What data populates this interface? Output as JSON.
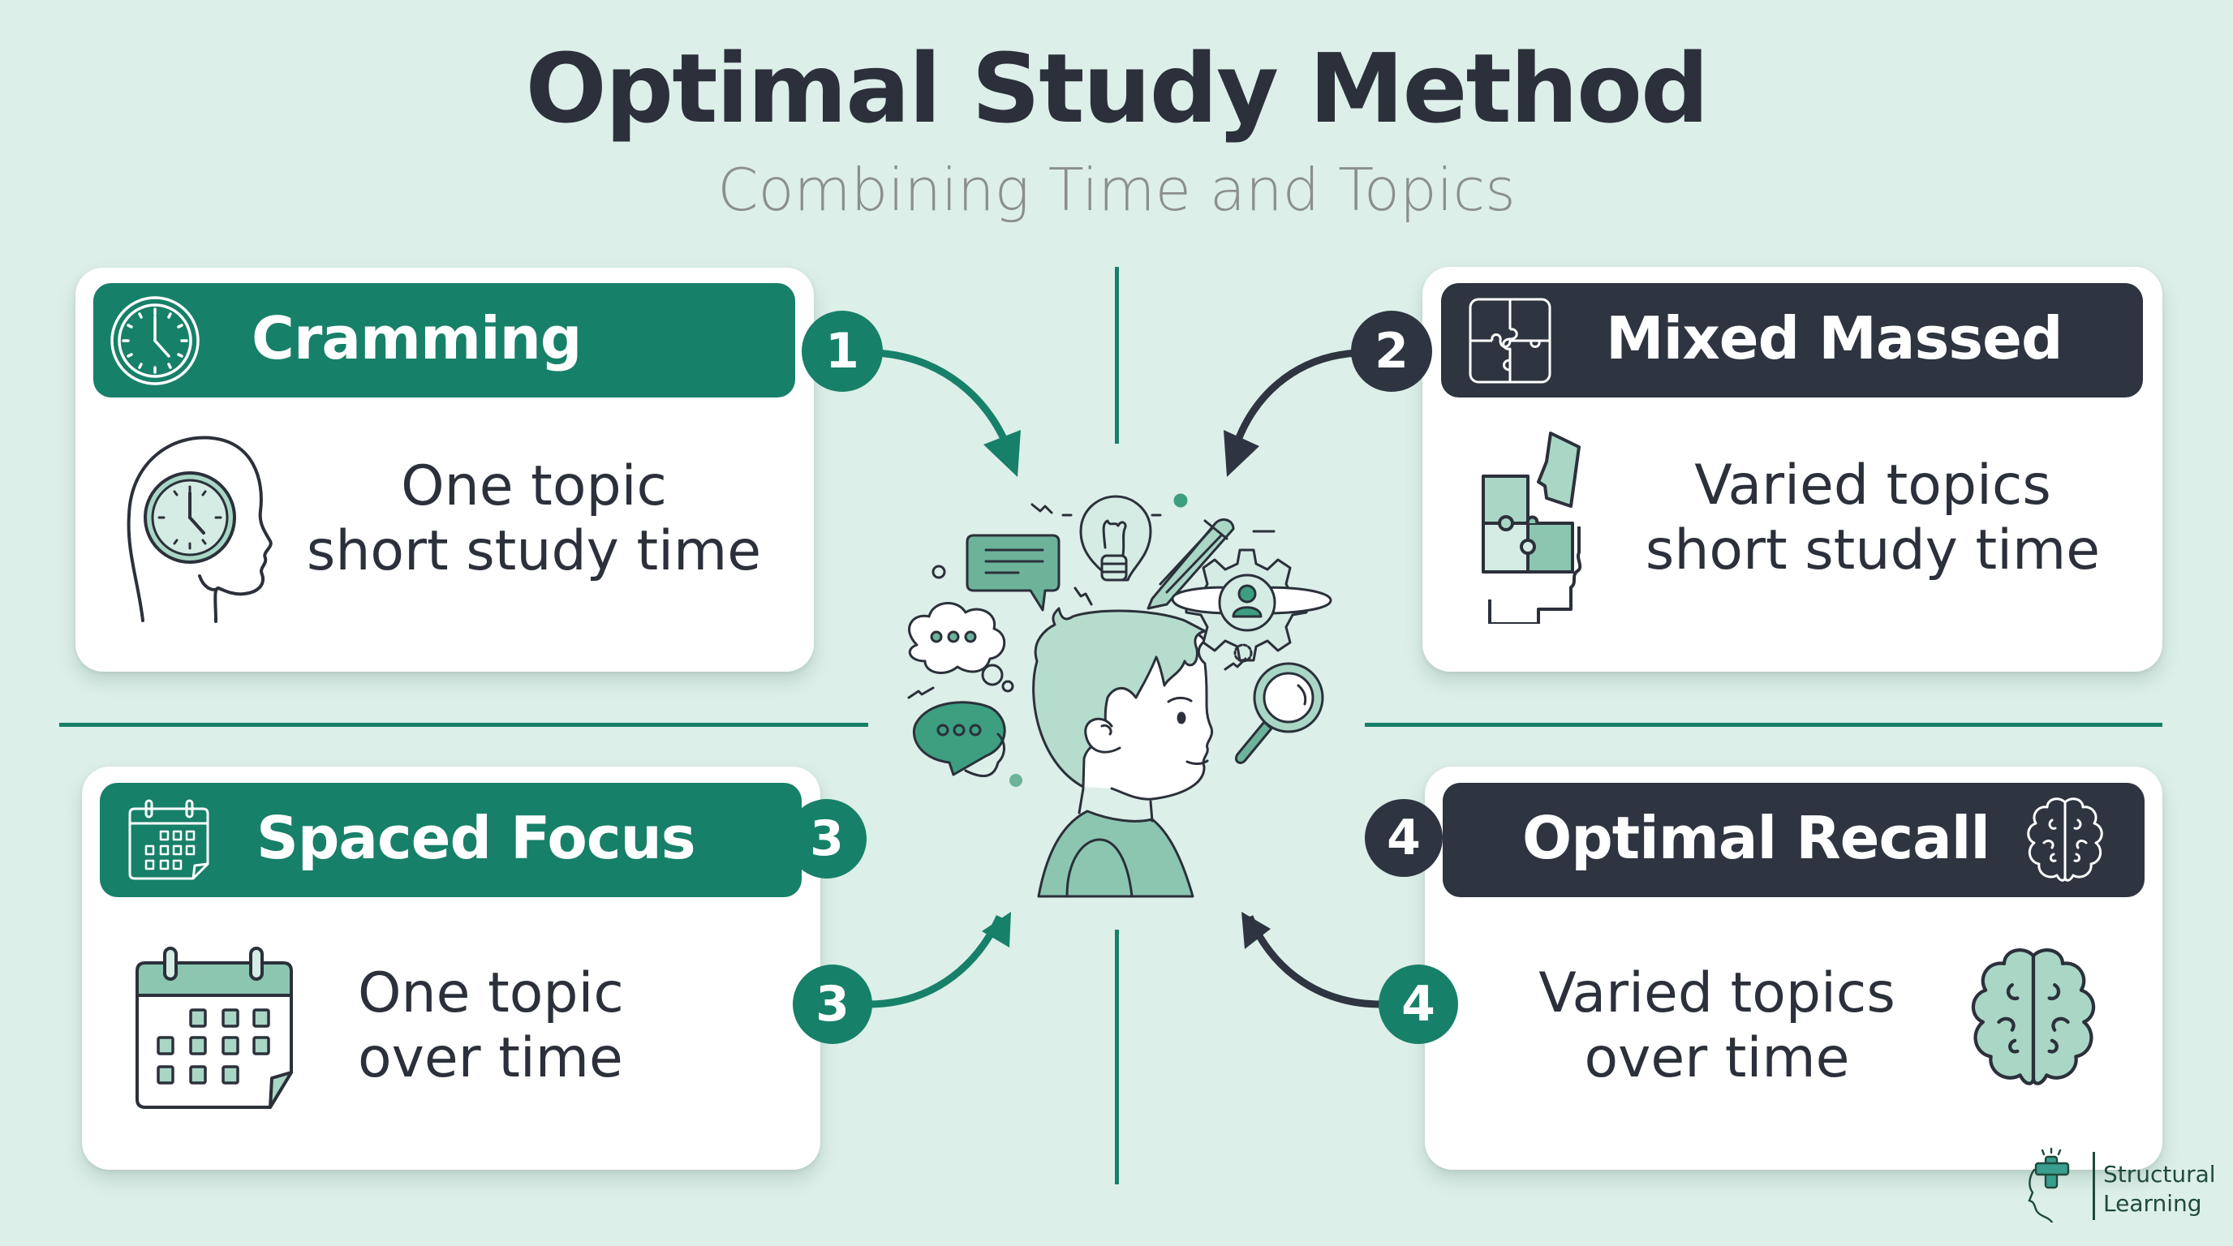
{
  "header": {
    "title": "Optimal Study Method",
    "subtitle": "Combining Time and Topics"
  },
  "colors": {
    "background": "#dcefe8",
    "green": "#178068",
    "dark": "#2e3440",
    "mint": "#a9d6c5",
    "text": "#2b303a",
    "subtitle": "#8a8f8d"
  },
  "cards": [
    {
      "number": "1",
      "title": "Cramming",
      "header_icon": "clock-icon",
      "body_icon": "head-clock-icon",
      "line1": "One topic",
      "line2": "short study time",
      "theme": "green"
    },
    {
      "number": "2",
      "title": "Mixed Massed",
      "header_icon": "puzzle-icon",
      "body_icon": "head-puzzle-icon",
      "line1": "Varied topics",
      "line2": "short study time",
      "theme": "dark"
    },
    {
      "number": "3",
      "title": "Spaced Focus",
      "header_icon": "calendar-icon",
      "body_icon": "calendar-icon",
      "line1": "One topic",
      "line2": "over time",
      "theme": "green"
    },
    {
      "number": "4",
      "title": "Optimal Recall",
      "header_icon": "brain-icon",
      "body_icon": "brain-icon",
      "line1": "Varied topics",
      "line2": "over time",
      "theme": "dark"
    }
  ],
  "connectors": [
    {
      "number": "1",
      "color": "green",
      "direction": "to-center"
    },
    {
      "number": "2",
      "color": "dark",
      "direction": "to-center"
    },
    {
      "number": "3",
      "color": "green",
      "direction": "to-center"
    },
    {
      "number": "4",
      "color": "dark",
      "direction": "to-center"
    }
  ],
  "center_illustration": {
    "subject": "student-profile",
    "icons": [
      "speech-bubble-lines-icon",
      "lightbulb-icon",
      "pencil-icon",
      "thought-cloud-icon",
      "gear-person-icon",
      "speech-bubble-dots-icon",
      "magnifier-icon"
    ]
  },
  "logo": {
    "line1": "Structural",
    "line2": "Learning"
  }
}
